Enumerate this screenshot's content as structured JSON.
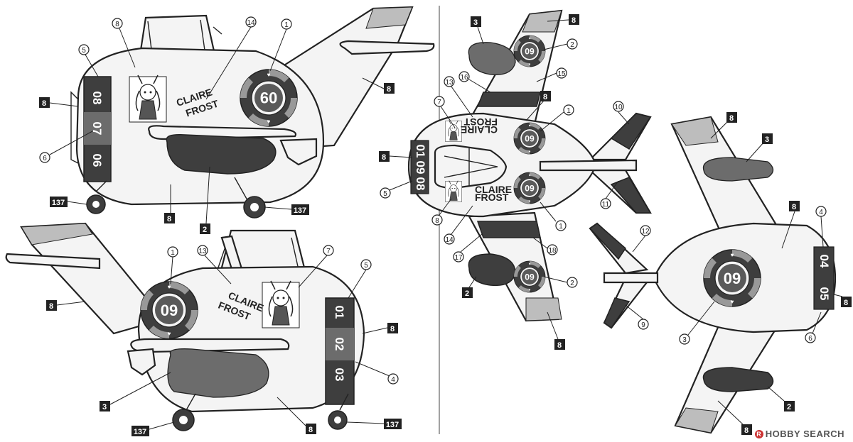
{
  "pilot": {
    "name_line1": "CLAIRE",
    "name_line2": "FROST"
  },
  "emblem_number": "09",
  "serials": {
    "left_side": [
      "08",
      "07",
      "06"
    ],
    "right_side": [
      "01",
      "02",
      "03"
    ],
    "top_view": [
      "01",
      "09",
      "08"
    ],
    "bottom_view": [
      "04",
      "05"
    ]
  },
  "part_labels": {
    "wing": "8",
    "drop_tank_dark": "2",
    "drop_tank_mid": "3",
    "landing_gear": "137"
  },
  "callouts": {
    "c1": "1",
    "c2": "2",
    "c3": "3",
    "c4": "4",
    "c5": "5",
    "c6": "6",
    "c7": "7",
    "c8": "8",
    "c9": "9",
    "c10": "10",
    "c11": "11",
    "c12": "12",
    "c13": "13",
    "c14": "14",
    "c15": "15",
    "c16": "16",
    "c17": "17",
    "c18": "18"
  },
  "watermark": {
    "logo_letter": "R",
    "text": "HOBBY SEARCH"
  },
  "colors": {
    "dark": "#3e3e3e",
    "mid": "#6c6c6c",
    "light": "#bdbdbd",
    "base": "#f4f4f4"
  }
}
